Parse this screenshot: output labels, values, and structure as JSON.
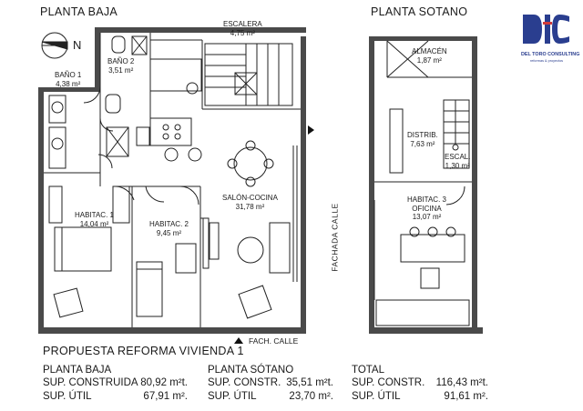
{
  "titles": {
    "ground_floor": "PLANTA BAJA",
    "basement": "PLANTA SOTANO",
    "proposal": "PROPUESTA REFORMA VIVIENDA 1"
  },
  "north_label": "N",
  "rooms": {
    "escalera": {
      "name": "ESCALERA",
      "area": "4,75 m²"
    },
    "bano1": {
      "name": "BAÑO 1",
      "area": "4,38 m²"
    },
    "bano2": {
      "name": "BAÑO 2",
      "area": "3,51 m²"
    },
    "salon": {
      "name": "SALÓN-COCINA",
      "area": "31,78 m²"
    },
    "habitac1": {
      "name": "HABITAC. 1",
      "area": "14,04 m²"
    },
    "habitac2": {
      "name": "HABITAC. 2",
      "area": "9,45 m²"
    },
    "almacen": {
      "name": "ALMACÉN",
      "area": "1,87 m²"
    },
    "distrib": {
      "name": "DISTRIB.",
      "area": "7,63 m²"
    },
    "escal": {
      "name": "ESCAL.",
      "area": "1,30 m²"
    },
    "habitac3": {
      "name": "HABITAC. 3",
      "subname": "OFICINA",
      "area": "13,07 m²"
    }
  },
  "facade_labels": {
    "vertical": "FACHADA CALLE",
    "bottom": "FACH. CALLE"
  },
  "logo": {
    "company": "DEL TORO CONSULTING",
    "tagline": "reformas & proyectos",
    "brand_color": "#2a3e8f"
  },
  "summary": {
    "planta_baja": {
      "header": "PLANTA BAJA",
      "rows": [
        {
          "label": "SUP. CONSTRUIDA",
          "value": "80,92 m²t."
        },
        {
          "label": "SUP. ÚTIL",
          "value": "67,91  m²."
        }
      ]
    },
    "planta_sotano": {
      "header": "PLANTA SÓTANO",
      "rows": [
        {
          "label": "SUP. CONSTR.",
          "value": "35,51 m²t."
        },
        {
          "label": "SUP. ÚTIL",
          "value": "23,70  m²."
        }
      ]
    },
    "total": {
      "header": "TOTAL",
      "rows": [
        {
          "label": "SUP. CONSTR.",
          "value": "116,43 m²t."
        },
        {
          "label": "SUP. ÚTIL",
          "value": "91,61  m²."
        }
      ]
    }
  }
}
